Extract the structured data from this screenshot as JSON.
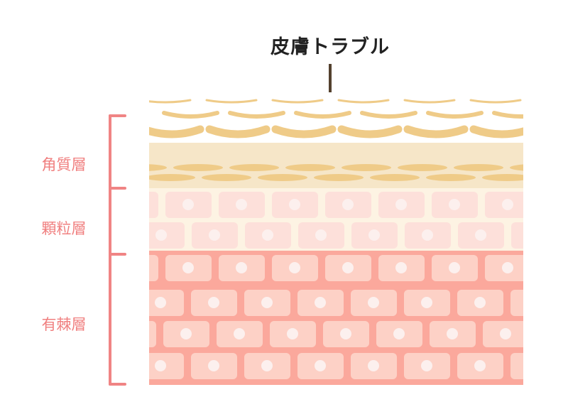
{
  "title": "皮膚トラブル",
  "layers": [
    {
      "label": "角質層"
    },
    {
      "label": "顆粒層"
    },
    {
      "label": "有棘層"
    }
  ],
  "colors": {
    "bracket": "#f08484",
    "pointer": "#54412e",
    "scale": "#efcb88",
    "horny_bg": "#f6e6c8",
    "granular_bg": "#fdf3e3",
    "granular_cell": "#fde0da",
    "spinous_bg": "#fba89c",
    "spinous_cell": "#fdd1c6",
    "nucleus": "#fcf0ee"
  }
}
